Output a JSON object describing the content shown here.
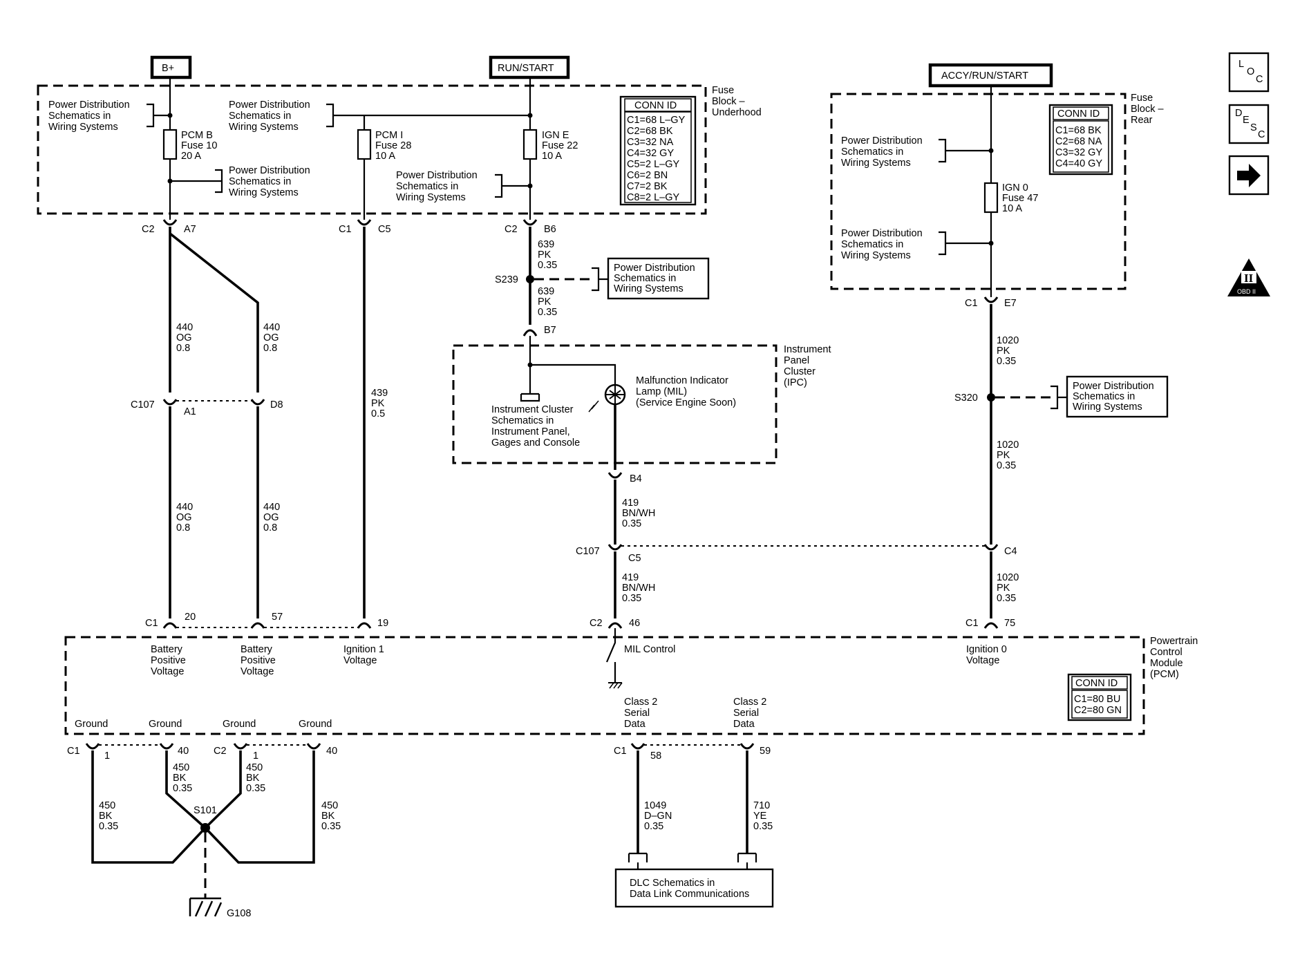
{
  "sources": {
    "bplus": "B+",
    "run_start": "RUN/START",
    "accy": "ACCY/RUN/START"
  },
  "nav": {
    "loc_letters": [
      "L",
      "O",
      "C"
    ],
    "desc_letters": [
      "D",
      "E",
      "S",
      "C"
    ],
    "arrow_icon": "right-arrow-icon",
    "obd_label": "OBD II"
  },
  "pd_ref": [
    "Power Distribution",
    "Schematics in",
    "Wiring  Systems"
  ],
  "fuse_block_underhood": {
    "label": [
      "Fuse",
      "Block –",
      "Underhood"
    ],
    "conn_title": "CONN ID",
    "conn": [
      "C1=68 L–GY",
      "C2=68 BK",
      "C3=32 NA",
      "C4=32 GY",
      "C5=2 L–GY",
      "C6=2 BN",
      "C7=2 BK",
      "C8=2 L–GY"
    ]
  },
  "fuse_block_rear": {
    "label": [
      "Fuse",
      "Block –",
      "Rear"
    ],
    "conn_title": "CONN ID",
    "conn": [
      "C1=68 BK",
      "C2=68 NA",
      "C3=32 GY",
      "C4=40 GY"
    ]
  },
  "fuses": {
    "pcm_b": [
      "PCM B",
      "Fuse 10",
      "20 A"
    ],
    "pcm_i": [
      "PCM I",
      "Fuse 28",
      "10 A"
    ],
    "ign_e": [
      "IGN E",
      "Fuse 22",
      "10 A"
    ],
    "ign_0": [
      "IGN 0",
      "Fuse 47",
      "10 A"
    ]
  },
  "connectors": {
    "fb_c2": "C2",
    "fb_a7": "A7",
    "fb_c1": "C1",
    "fb_c5": "C5",
    "fb_c2b": "C2",
    "fb_b6": "B6",
    "c107": "C107",
    "a1": "A1",
    "d8": "D8",
    "b7": "B7",
    "b4": "B4",
    "c107b": "C107",
    "c5": "C5",
    "c4": "C4",
    "rear_c1": "C1",
    "e7": "E7",
    "pcm_c1": "C1",
    "p20": "20",
    "p57": "57",
    "p19": "19",
    "pcm_c2": "C2",
    "p46": "46",
    "pcm_c1b": "C1",
    "p75": "75",
    "g_c1": "C1",
    "g1": "1",
    "g40": "40",
    "g_c2": "C2",
    "g1b": "1",
    "g40b": "40",
    "d_c1": "C1",
    "d58": "58",
    "d59": "59"
  },
  "wires": {
    "w440": [
      "440",
      "OG",
      "0.8"
    ],
    "w439": [
      "439",
      "PK",
      "0.5"
    ],
    "w639": [
      "639",
      "PK",
      "0.35"
    ],
    "w419": [
      "419",
      "BN/WH",
      "0.35"
    ],
    "w1020": [
      "1020",
      "PK",
      "0.35"
    ],
    "w450": [
      "450",
      "BK",
      "0.35"
    ],
    "w1049": [
      "1049",
      "D–GN",
      "0.35"
    ],
    "w710": [
      "710",
      "YE",
      "0.35"
    ]
  },
  "splices": {
    "s239": "S239",
    "s320": "S320",
    "s101": "S101",
    "g108": "G108"
  },
  "ipc": {
    "label": [
      "Instrument",
      "Panel",
      "Cluster",
      "(IPC)"
    ],
    "mil": [
      "Malfunction Indicator",
      "Lamp (MIL)",
      "(Service Engine Soon)"
    ],
    "ic_ref": [
      "Instrument Cluster",
      "Schematics in",
      "Instrument Panel,",
      "Gages and Console"
    ]
  },
  "pcm": {
    "label": [
      "Powertrain",
      "Control",
      "Module",
      "(PCM)"
    ],
    "conn_title": "CONN ID",
    "conn": [
      "C1=80 BU",
      "C2=80 GN"
    ],
    "batt": [
      "Battery",
      "Positive",
      "Voltage"
    ],
    "ign1": [
      "Ignition 1",
      "Voltage"
    ],
    "mil_control": "MIL Control",
    "ign0": [
      "Ignition 0",
      "Voltage"
    ],
    "ground": "Ground",
    "class2": [
      "Class 2",
      "Serial",
      "Data"
    ]
  },
  "dlc": [
    "DLC Schematics in",
    "Data Link Communications"
  ]
}
